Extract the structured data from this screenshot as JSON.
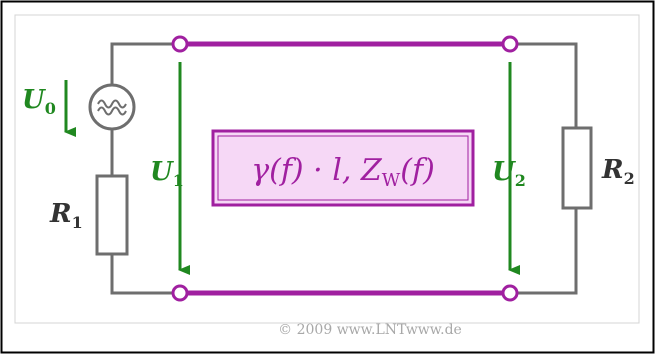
{
  "colors": {
    "frame": "#000000",
    "wire": "#6e6e6e",
    "line": "#a020a0",
    "box_fill": "#f6d8f6",
    "arrow": "#208820",
    "resistor_text": "#333333",
    "copyright": "#a8a8a8"
  },
  "labels": {
    "u0": {
      "main": "U",
      "sub": "0"
    },
    "u1": {
      "main": "U",
      "sub": "1"
    },
    "u2": {
      "main": "U",
      "sub": "2"
    },
    "r1": {
      "main": "R",
      "sub": "1"
    },
    "r2": {
      "main": "R",
      "sub": "2"
    }
  },
  "line_box": {
    "part_gamma": "γ(f) · l, ",
    "part_z": "Z",
    "part_z_sub": "W",
    "part_z_arg": "(f)"
  },
  "source_icon": "sine-source-icon",
  "copyright": "© 2009 www.LNTwww.de"
}
